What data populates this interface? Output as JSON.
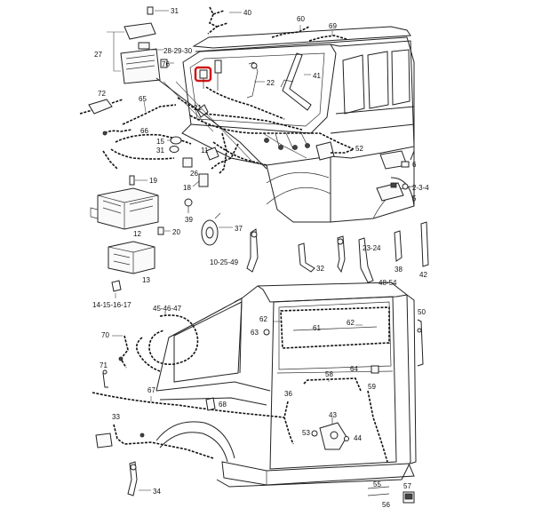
{
  "highlight": {
    "color": "#d01818"
  },
  "callouts": [
    "31",
    "40",
    "60",
    "69",
    "27",
    "28-29-30",
    "76",
    "72",
    "65",
    "66",
    "15",
    "31",
    "21",
    "11",
    "26",
    "19",
    "18",
    "39",
    "12",
    "20",
    "13",
    "14-15-16-17",
    "45-46-47",
    "70",
    "71",
    "67",
    "68",
    "33",
    "34",
    "22",
    "41",
    "52",
    "6",
    "2-3-4",
    "5",
    "37",
    "10-25-49",
    "32",
    "23-24",
    "38",
    "48-54",
    "42",
    "62",
    "63",
    "61",
    "62",
    "50",
    "58",
    "64",
    "59",
    "36",
    "43",
    "53",
    "44",
    "55",
    "56",
    "57"
  ]
}
